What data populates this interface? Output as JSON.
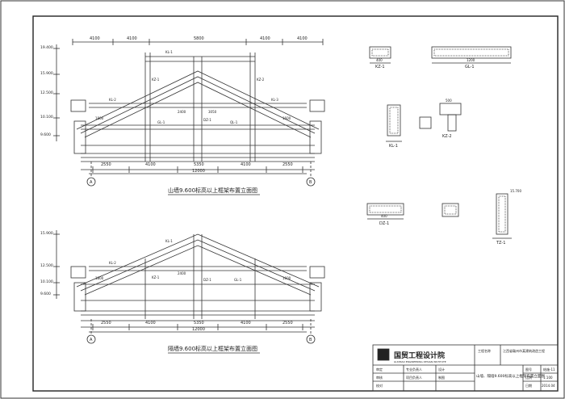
{
  "elevation_top": {
    "title": "山墙9.600标高以上框架布置立面图",
    "grid_left": "A",
    "grid_right": "B",
    "top_dims": [
      "4100",
      "4100",
      "5800",
      "4100",
      "4100"
    ],
    "bottom_dims": [
      "2550",
      "4100",
      "5350",
      "4100",
      "2550"
    ],
    "total_dim": "12000",
    "elevations": [
      "19.400",
      "15.900",
      "12.500",
      "10.100",
      "9.600"
    ],
    "member_labels": [
      "KL-1",
      "KL-2",
      "KL-3",
      "KZ-1",
      "KZ-2",
      "DZ-1",
      "GL-1",
      "QL-1"
    ],
    "small_dims": [
      "1800",
      "2400",
      "1600",
      "3050"
    ]
  },
  "elevation_bottom": {
    "title": "隔墙9.600标高以上框架布置立面图",
    "grid_left": "A",
    "grid_right": "B",
    "bottom_dims": [
      "2550",
      "4100",
      "5350",
      "4100",
      "2550"
    ],
    "total_dim": "12000",
    "elevations": [
      "15.900",
      "12.500",
      "10.100",
      "9.600"
    ],
    "member_labels": [
      "KL-1",
      "KL-2",
      "KZ-1",
      "DZ-1",
      "GL-1"
    ],
    "small_dims": [
      "1800",
      "2400",
      "1600"
    ]
  },
  "sections": [
    {
      "name": "KZ-1",
      "dim": "400"
    },
    {
      "name": "GL-1",
      "dim": "1200"
    },
    {
      "name": "KL-1",
      "dim": ""
    },
    {
      "name": "KZ-2",
      "dim": "500"
    },
    {
      "name": "DZ-1",
      "dim": "400"
    },
    {
      "name": "TZ-1",
      "dim": "15.700"
    }
  ],
  "title_block": {
    "company": "国贸工程设计院",
    "company_en": "GUOMAO ENGINEERING DESIGN INSTITUTE",
    "project_label": "工程名称",
    "project_name": "江西省赣州市某建筑改造工程",
    "drawing_title": "山墙、隔墙9.600标高以上框架布置立面图",
    "roles": [
      "审定",
      "审核",
      "校对",
      "设计",
      "制图",
      "专业负责人",
      "项目负责人"
    ],
    "fields": [
      "图号",
      "结施-11",
      "比例",
      "1:100",
      "日期",
      "2014.04"
    ]
  }
}
